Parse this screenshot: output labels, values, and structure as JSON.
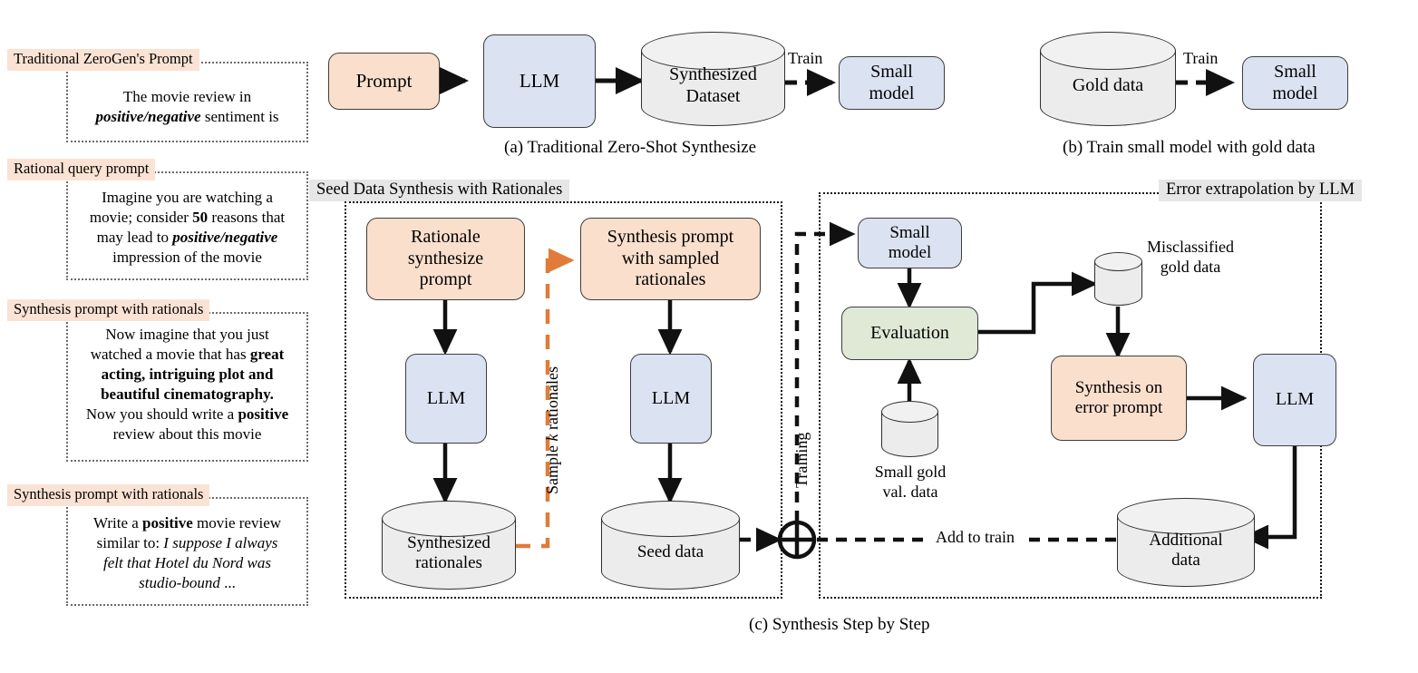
{
  "prompt_cards": [
    {
      "tag": "Traditional ZeroGen's Prompt",
      "lines": [
        [
          {
            "t": "The movie review in",
            "s": "n"
          }
        ],
        [
          {
            "t": "positive/negative",
            "s": "bi"
          },
          {
            "t": " sentiment is",
            "s": "n"
          }
        ]
      ]
    },
    {
      "tag": "Rational query prompt",
      "lines": [
        [
          {
            "t": "Imagine you are watching a",
            "s": "n"
          }
        ],
        [
          {
            "t": "movie; consider ",
            "s": "n"
          },
          {
            "t": "50",
            "s": "b"
          },
          {
            "t": " reasons that",
            "s": "n"
          }
        ],
        [
          {
            "t": "may lead to ",
            "s": "n"
          },
          {
            "t": "positive/negative",
            "s": "bi"
          }
        ],
        [
          {
            "t": "impression of the movie",
            "s": "n"
          }
        ]
      ]
    },
    {
      "tag": "Synthesis prompt with rationals",
      "lines": [
        [
          {
            "t": "Now imagine that you just",
            "s": "n"
          }
        ],
        [
          {
            "t": "watched a movie that has ",
            "s": "n"
          },
          {
            "t": "great",
            "s": "b"
          }
        ],
        [
          {
            "t": "acting, intriguing plot and",
            "s": "b"
          }
        ],
        [
          {
            "t": "beautiful cinematography.",
            "s": "b"
          }
        ],
        [
          {
            "t": "Now you should write a ",
            "s": "n"
          },
          {
            "t": "positive",
            "s": "b"
          }
        ],
        [
          {
            "t": "review about this movie",
            "s": "n"
          }
        ]
      ]
    },
    {
      "tag": "Synthesis prompt with rationals",
      "lines": [
        [
          {
            "t": "Write a ",
            "s": "n"
          },
          {
            "t": "positive",
            "s": "b"
          },
          {
            "t": " movie review",
            "s": "n"
          }
        ],
        [
          {
            "t": "similar to: ",
            "s": "n"
          },
          {
            "t": "I suppose I always",
            "s": "i"
          }
        ],
        [
          {
            "t": "felt that Hotel du Nord was",
            "s": "i"
          }
        ],
        [
          {
            "t": "studio-bound ",
            "s": "i"
          },
          {
            "t": "...",
            "s": "n"
          }
        ]
      ]
    }
  ],
  "panel_a": {
    "caption": "(a)  Traditional Zero-Shot Synthesize",
    "prompt": "Prompt",
    "llm": "LLM",
    "dataset_line1": "Synthesized",
    "dataset_line2": "Dataset",
    "train_label": "Train",
    "small_model_line1": "Small",
    "small_model_line2": "model"
  },
  "panel_b": {
    "caption": "(b)  Train small model with gold data",
    "gold_data": "Gold data",
    "train_label": "Train",
    "small_model_line1": "Small",
    "small_model_line2": "model"
  },
  "panel_c": {
    "caption": "(c)  Synthesis Step by Step",
    "frame_left_title": "Seed Data Synthesis with Rationales",
    "frame_right_title": "Error extrapolation by LLM",
    "rationale_prompt_line1": "Rationale",
    "rationale_prompt_line2": "synthesize",
    "rationale_prompt_line3": "prompt",
    "synthesis_prompt_line1": "Synthesis prompt",
    "synthesis_prompt_line2": "with sampled",
    "synthesis_prompt_line3": "rationales",
    "llm_left": "LLM",
    "llm_right": "LLM",
    "synth_rationales_line1": "Synthesized",
    "synth_rationales_line2": "rationales",
    "seed_data": "Seed data",
    "sample_k_label_pre": "Sample ",
    "sample_k_label_k": "k",
    "sample_k_label_post": " rationales",
    "training_label": "Training",
    "small_model_line1": "Small",
    "small_model_line2": "model",
    "evaluation": "Evaluation",
    "small_gold_line1": "Small gold",
    "small_gold_line2": "val. data",
    "misclassified_line1": "Misclassified",
    "misclassified_line2": "gold data",
    "synth_error_line1": "Synthesis on",
    "synth_error_line2": "error prompt",
    "llm_error": "LLM",
    "additional_line1": "Additional",
    "additional_line2": "data",
    "add_to_train_label": "Add to train",
    "plus_symbol": "⊕"
  },
  "colors": {
    "peach": "#fadfcd",
    "blue": "#dbe3f2",
    "green": "#dfe9d6",
    "cylinder": "#ececec",
    "tag_bg": "#fae3d4",
    "frame_title_bg": "#e6e6e6",
    "orange_arrow": "#e07b39",
    "stroke": "#2f2f2f"
  }
}
